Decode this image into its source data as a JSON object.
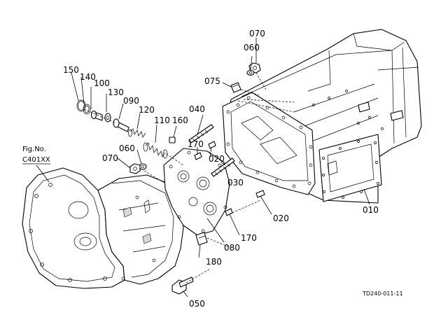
{
  "figure_reference": {
    "label": "Fig.No.",
    "number": "C401XX"
  },
  "drawing_code": "TD240-011-11",
  "callouts": {
    "c010": "010",
    "c020a": "020",
    "c020b": "020",
    "c030": "030",
    "c040": "040",
    "c050": "050",
    "c060a": "060",
    "c060b": "060",
    "c070a": "070",
    "c070b": "070",
    "c075": "075",
    "c080": "080",
    "c090": "090",
    "c100": "100",
    "c110": "110",
    "c120": "120",
    "c130": "130",
    "c140": "140",
    "c150": "150",
    "c160": "160",
    "c170a": "170",
    "c170b": "170",
    "c180": "180"
  }
}
